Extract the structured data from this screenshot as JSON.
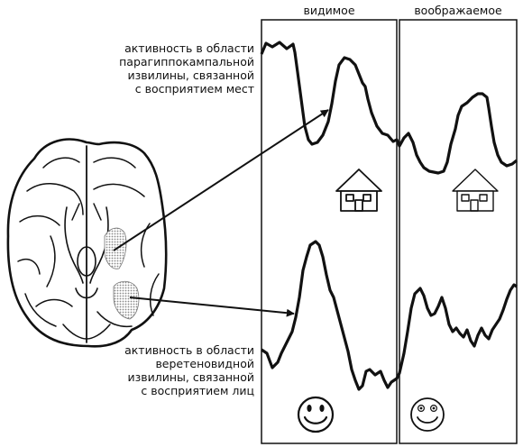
{
  "labels": {
    "ppa": [
      "активность в области",
      "парагиппокампальной",
      "извилины, связанной",
      "с восприятием мест"
    ],
    "ffa": [
      "активность в области",
      "веретеновидной",
      "извилины, связанной",
      "с восприятием лиц"
    ],
    "seen": "видимое",
    "imagined": "воображаемое"
  },
  "icons": {
    "place": "house-icon",
    "face": "smiley-face-icon",
    "brain": "brain-ventral-view-icon"
  },
  "colors": {
    "line": "#111111",
    "background": "#ffffff",
    "highlight": "#9a9a9a"
  }
}
